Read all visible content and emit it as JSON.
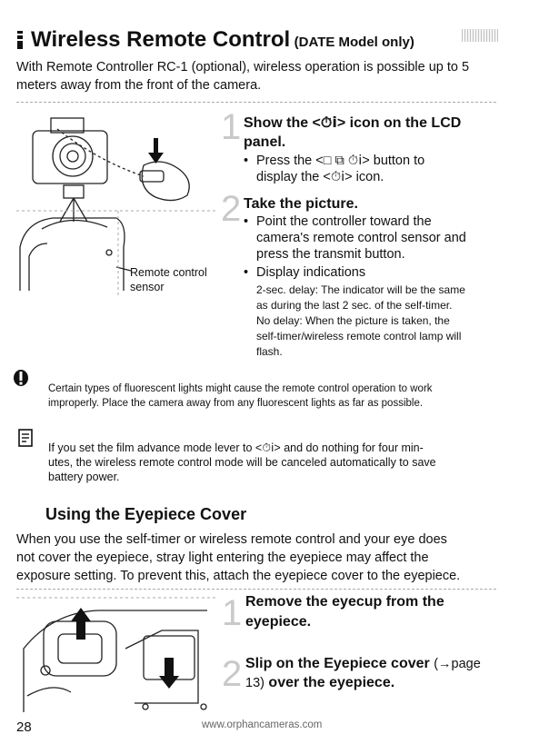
{
  "header": {
    "title": "Wireless Remote Control",
    "title_suffix": "(DATE Model only)"
  },
  "intro": "With Remote Controller RC-1 (optional), wireless operation is possible up to 5 meters away from the front of the camera.",
  "figure1": {
    "label_line1": "Remote control",
    "label_line2": "sensor"
  },
  "steps_remote": [
    {
      "number": "1",
      "title_line1": "Show the <⏱︎ⅰ> icon on the LCD",
      "title_line2": "panel.",
      "bullet_line1": "Press the <□ ⧉ ⏱︎ⅰ> button to",
      "bullet_line2": "display the <⏱︎ⅰ> icon."
    },
    {
      "number": "2",
      "title": "Take the picture.",
      "bullet1_line1": "Point the controller toward the",
      "bullet1_line2": "camera's remote control sensor and",
      "bullet1_line3": "press the transmit button.",
      "bullet2": "Display indications",
      "details": [
        "2-sec. delay: The indicator will be the same",
        "as during the last 2 sec. of the self-timer.",
        "No delay: When the picture is taken, the",
        "self-timer/wireless remote control lamp will",
        "flash."
      ]
    }
  ],
  "caution": {
    "line1": "Certain types of fluorescent lights might cause the remote control operation to work",
    "line2": "improperly. Place the camera away from any fluorescent lights as far as possible."
  },
  "memo": {
    "line1": "If you set the film advance mode lever to <⏱︎ⅰ> and do nothing for four min-",
    "line2": "utes, the wireless remote control mode will be canceled automatically to save",
    "line3": "battery power."
  },
  "eyepiece": {
    "section_title": "Using the Eyepiece Cover",
    "para_line1": "When you use the self-timer or wireless remote control and your eye does",
    "para_line2": "not cover the eyepiece, stray light entering the eyepiece may affect the",
    "para_line3": "exposure setting. To prevent this, attach the eyepiece cover to the eyepiece.",
    "steps": [
      {
        "number": "1",
        "title_line1": "Remove the eyecup from the",
        "title_line2": "eyepiece."
      },
      {
        "number": "2",
        "title_line1_bold": "Slip on the Eyepiece cover",
        "title_line1_normal": "(→page",
        "title_line2_normal": "13)",
        "title_line2_bold": "over the eyepiece."
      }
    ]
  },
  "footer": {
    "page_number": "28",
    "url": "www.orphancameras.com"
  }
}
